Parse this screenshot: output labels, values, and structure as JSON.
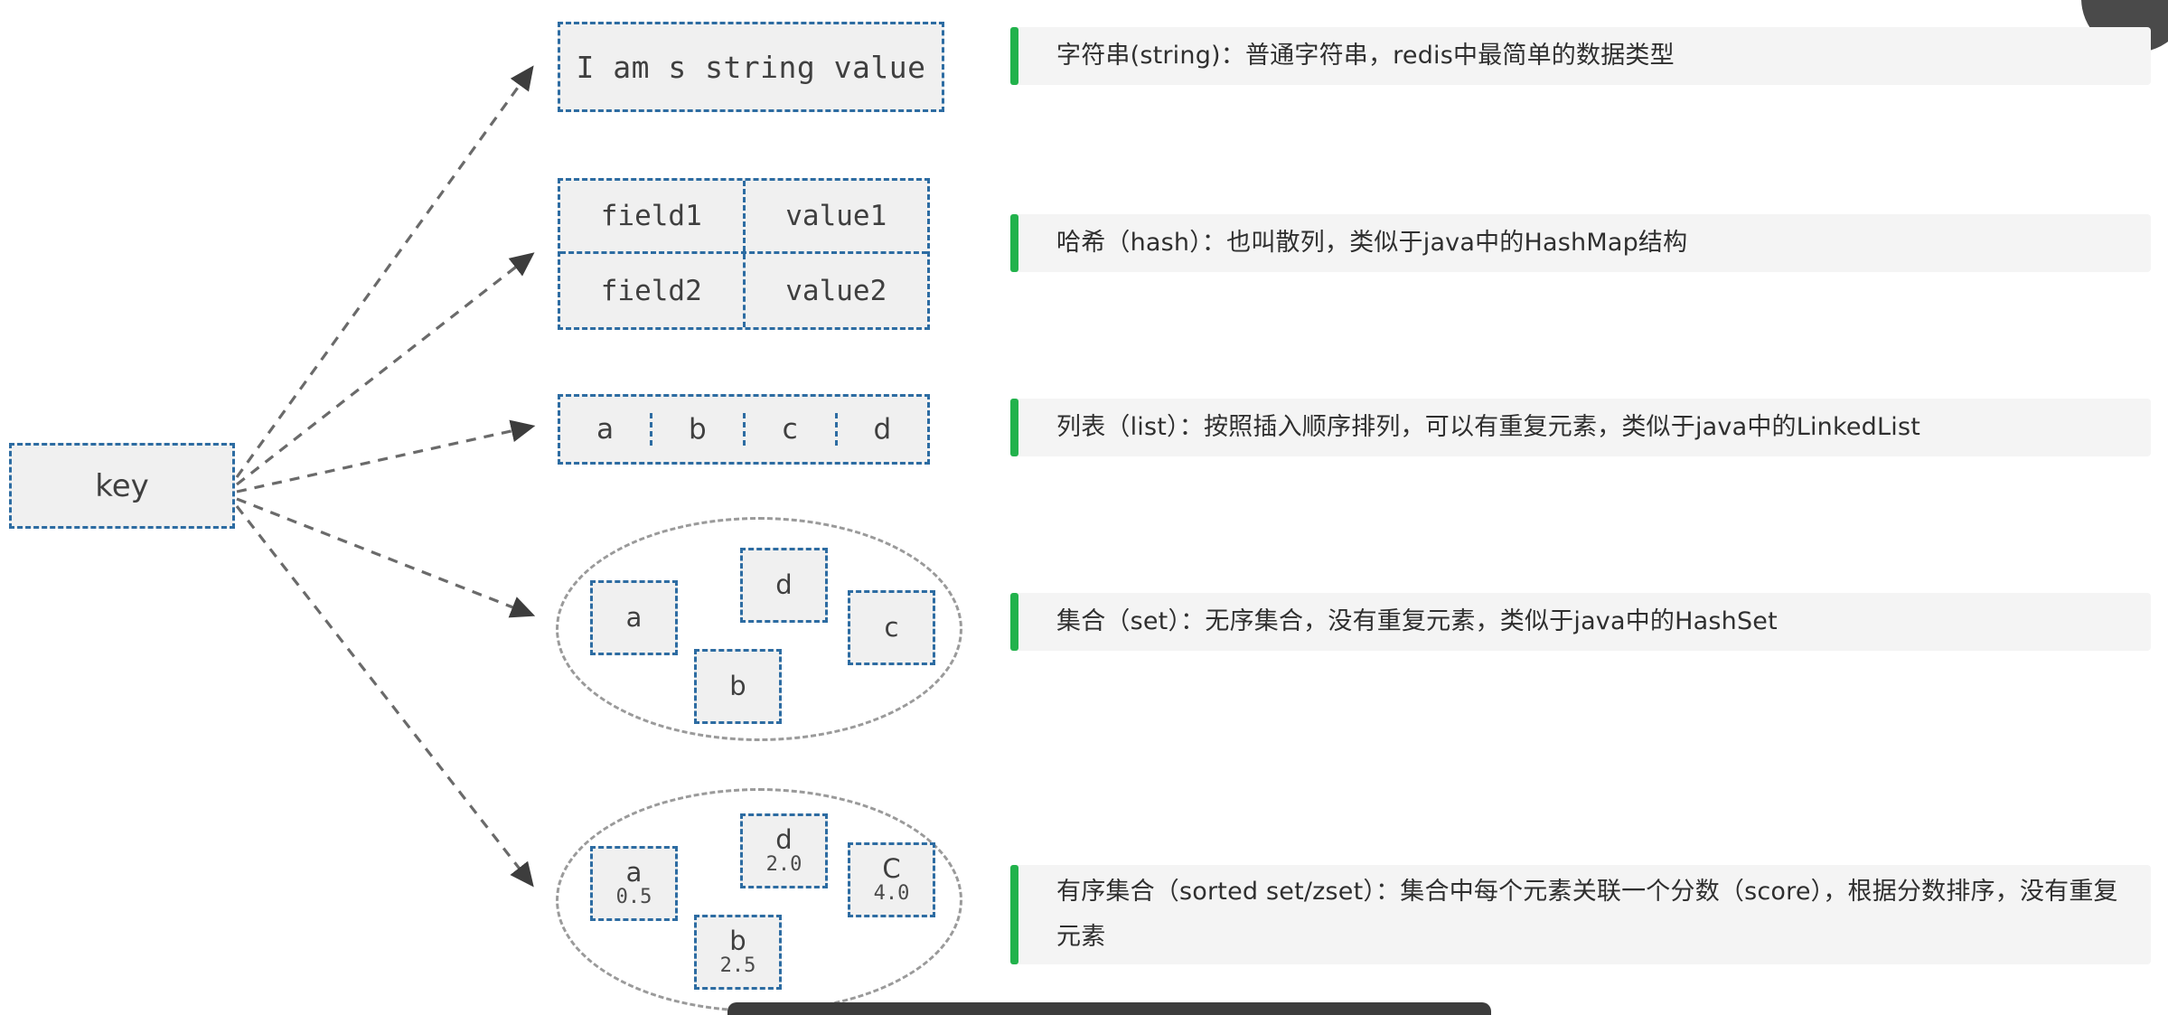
{
  "diagram": {
    "key_label": "key",
    "string": {
      "value": "I am s string value"
    },
    "hash": {
      "rows": [
        {
          "field": "field1",
          "value": "value1"
        },
        {
          "field": "field2",
          "value": "value2"
        }
      ]
    },
    "list": {
      "items": [
        "a",
        "b",
        "c",
        "d"
      ]
    },
    "set": {
      "items": [
        "a",
        "d",
        "c",
        "b"
      ]
    },
    "zset": {
      "items": [
        {
          "member": "a",
          "score": "0.5"
        },
        {
          "member": "d",
          "score": "2.0"
        },
        {
          "member": "C",
          "score": "4.0"
        },
        {
          "member": "b",
          "score": "2.5"
        }
      ]
    }
  },
  "descriptions": [
    {
      "id": "string",
      "text": "字符串(string)：普通字符串，redis中最简单的数据类型"
    },
    {
      "id": "hash",
      "text": "哈希（hash）：也叫散列，类似于java中的HashMap结构"
    },
    {
      "id": "list",
      "text": "列表（list）：按照插入顺序排列，可以有重复元素，类似于java中的LinkedList"
    },
    {
      "id": "set",
      "text": "集合（set）：无序集合，没有重复元素，类似于java中的HashSet"
    },
    {
      "id": "zset",
      "text": "有序集合（sorted set/zset）：集合中每个元素关联一个分数（score），根据分数排序，没有重复元素"
    }
  ],
  "colors": {
    "node_border": "#2d6ca2",
    "node_fill": "#f0f0f0",
    "accent_green": "#22b24c",
    "desc_bg": "#f4f4f4",
    "arrow": "#555555",
    "ellipse_border": "#9a9a9a"
  }
}
